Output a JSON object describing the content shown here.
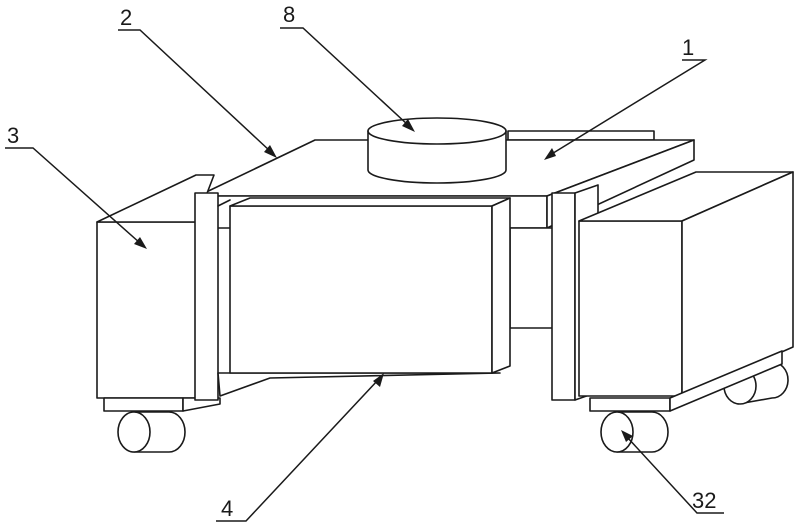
{
  "figure": {
    "callouts": [
      {
        "id": "1",
        "label": "1"
      },
      {
        "id": "2",
        "label": "2"
      },
      {
        "id": "3",
        "label": "3"
      },
      {
        "id": "4",
        "label": "4"
      },
      {
        "id": "8",
        "label": "8"
      },
      {
        "id": "32",
        "label": "32"
      }
    ]
  }
}
